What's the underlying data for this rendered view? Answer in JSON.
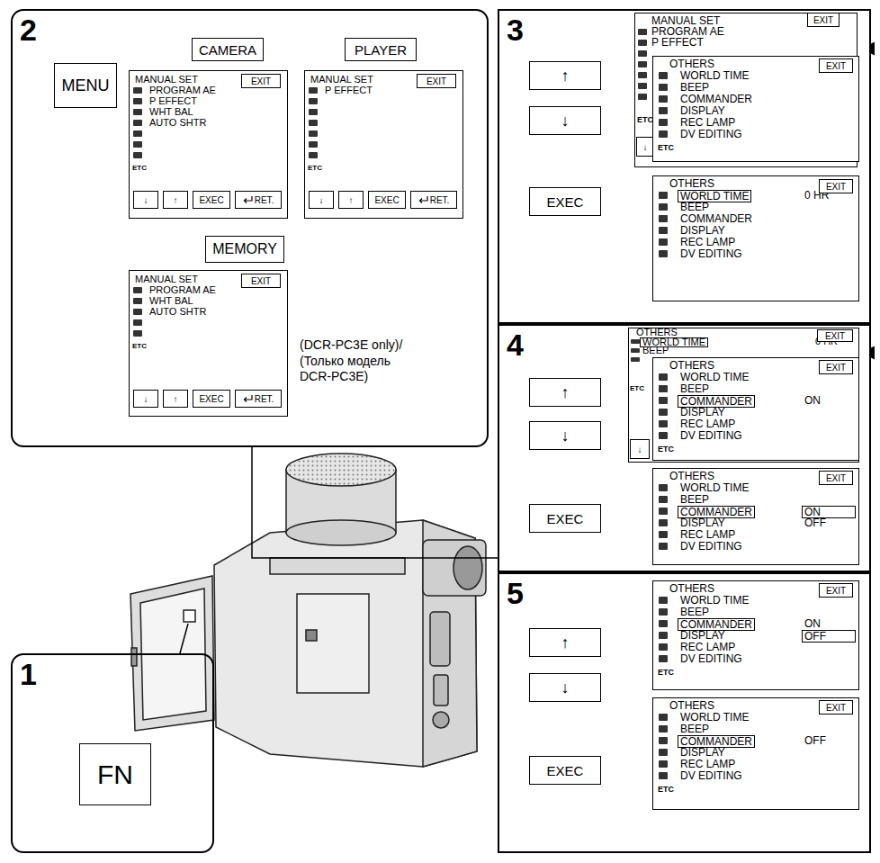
{
  "diagram": {
    "nodes": [
      {
        "text": [
          "2"
        ]
      },
      {
        "text": [
          "CAMERA"
        ],
        "in": 0
      },
      {
        "text": [
          "PLAYER"
        ],
        "in": 0
      },
      {
        "text": [
          "MENU"
        ],
        "in": 0
      },
      {
        "text": [
          "MANUAL SET",
          "PROGRAM AE",
          "P EFFECT",
          "WHT BAL",
          "AUTO SHTR",
          "ETC"
        ],
        "in": 0
      },
      {
        "text": [
          "EXIT"
        ],
        "in": 4
      },
      {
        "text": [
          "↓"
        ],
        "in": 4
      },
      {
        "text": [
          "↑"
        ],
        "in": 4
      },
      {
        "text": [
          "EXEC"
        ],
        "in": 4
      },
      {
        "text": [
          "RET."
        ],
        "in": 4
      },
      {
        "text": [
          "MANUAL SET",
          "P EFFECT",
          "ETC"
        ],
        "in": 0
      },
      {
        "text": [
          "EXIT"
        ],
        "in": 10
      },
      {
        "text": [
          "↓"
        ],
        "in": 10
      },
      {
        "text": [
          "↑"
        ],
        "in": 10
      },
      {
        "text": [
          "EXEC"
        ],
        "in": 10
      },
      {
        "text": [
          "RET."
        ],
        "in": 10
      },
      {
        "text": [
          "MEMORY"
        ],
        "in": 0
      },
      {
        "text": [
          "MANUAL SET",
          "PROGRAM AE",
          "WHT BAL",
          "AUTO SHTR",
          "ETC"
        ],
        "in": 0
      },
      {
        "text": [
          "EXIT"
        ],
        "in": 17
      },
      {
        "text": [
          "↓"
        ],
        "in": 17
      },
      {
        "text": [
          "↑"
        ],
        "in": 17
      },
      {
        "text": [
          "EXEC"
        ],
        "in": 17
      },
      {
        "text": [
          "RET."
        ],
        "in": 17
      },
      {
        "text": [
          "1"
        ]
      },
      {
        "text": [
          "FN"
        ],
        "in": 23
      },
      {
        "text": [
          "3"
        ]
      },
      {
        "text": [
          "↑"
        ],
        "in": 25
      },
      {
        "text": [
          "↓"
        ],
        "in": 25
      },
      {
        "text": [
          "EXEC"
        ],
        "in": 25
      },
      {
        "text": [
          "MANUAL SET",
          "PROGRAM AE",
          "P EFFECT",
          "ETC"
        ],
        "in": 25
      },
      {
        "text": [
          "EXIT"
        ],
        "in": 29
      },
      {
        "text": [
          "↓"
        ],
        "in": 29
      },
      {
        "text": [
          "OTHERS",
          "WORLD TIME",
          "BEEP",
          "COMMANDER",
          "DISPLAY",
          "REC LAMP",
          "DV EDITING",
          "ETC"
        ],
        "in": 25
      },
      {
        "text": [
          "EXIT"
        ],
        "in": 32
      },
      {
        "text": [
          "OTHERS",
          "WORLD TIME",
          "0 HR",
          "BEEP",
          "COMMANDER",
          "DISPLAY",
          "REC LAMP",
          "DV EDITING"
        ],
        "in": 25
      },
      {
        "text": [
          "EXIT"
        ],
        "in": 34
      },
      {
        "text": [
          "4"
        ]
      },
      {
        "text": [
          "↑"
        ],
        "in": 36
      },
      {
        "text": [
          "↓"
        ],
        "in": 36
      },
      {
        "text": [
          "EXEC"
        ],
        "in": 36
      },
      {
        "text": [
          "OTHERS",
          "WORLD TIME",
          "0 HR",
          "BEEP",
          "ETC"
        ],
        "in": 36
      },
      {
        "text": [
          "EXIT"
        ],
        "in": 40
      },
      {
        "text": [
          "↓"
        ],
        "in": 40
      },
      {
        "text": [
          "OTHERS",
          "WORLD TIME",
          "BEEP",
          "COMMANDER",
          "ON",
          "DISPLAY",
          "REC LAMP",
          "DV EDITING",
          "ETC"
        ],
        "in": 36
      },
      {
        "text": [
          "EXIT"
        ],
        "in": 43
      },
      {
        "text": [
          "OTHERS",
          "WORLD TIME",
          "BEEP",
          "COMMANDER",
          "ON",
          "DISPLAY",
          "OFF",
          "REC LAMP",
          "DV EDITING"
        ],
        "in": 36
      },
      {
        "text": [
          "EXIT"
        ],
        "in": 45
      },
      {
        "text": [
          "5"
        ]
      },
      {
        "text": [
          "↑"
        ],
        "in": 47
      },
      {
        "text": [
          "↓"
        ],
        "in": 47
      },
      {
        "text": [
          "EXEC"
        ],
        "in": 47
      },
      {
        "text": [
          "OTHERS",
          "WORLD TIME",
          "BEEP",
          "COMMANDER",
          "ON",
          "DISPLAY",
          "OFF",
          "REC LAMP",
          "DV EDITING",
          "ETC"
        ],
        "in": 47
      },
      {
        "text": [
          "EXIT"
        ],
        "in": 51
      },
      {
        "text": [
          "OTHERS",
          "WORLD TIME",
          "BEEP",
          "COMMANDER",
          "OFF",
          "DISPLAY",
          "REC LAMP",
          "DV EDITING",
          "ETC"
        ],
        "in": 47
      },
      {
        "text": [
          "EXIT"
        ],
        "in": 53
      }
    ],
    "edges": [
      {
        "from": 0,
        "to": 36,
        "arrow": "none"
      }
    ],
    "labels": [
      "(DCR-PC3E only)/ (Только модель DCR-PC3E)"
    ]
  }
}
